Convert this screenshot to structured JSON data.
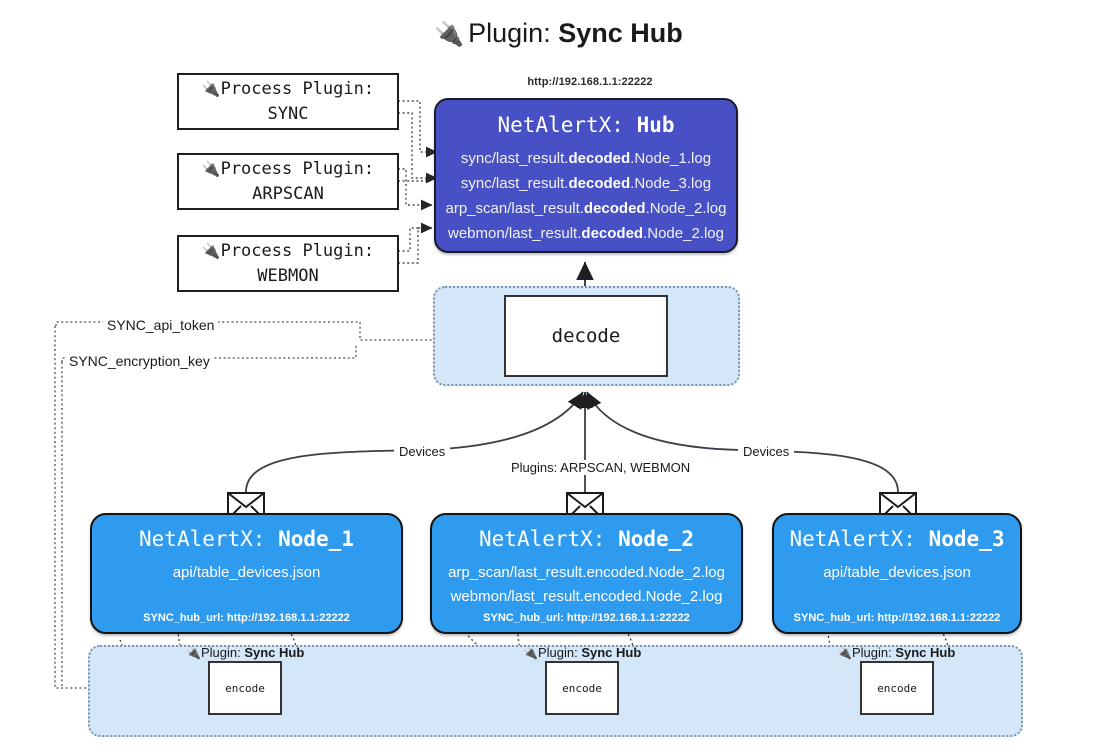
{
  "title": {
    "icon": "plug-icon",
    "prefix": "Plugin:",
    "name": "Sync Hub"
  },
  "process_plugins": [
    {
      "icon": "plug-icon",
      "line1": "Process Plugin:",
      "line2": "SYNC"
    },
    {
      "icon": "plug-icon",
      "line1": "Process Plugin:",
      "line2": "ARPSCAN"
    },
    {
      "icon": "plug-icon",
      "line1": "Process Plugin:",
      "line2": "WEBMON"
    }
  ],
  "hub": {
    "url": "http://192.168.1.1:22222",
    "title_prefix": "NetAlertX:",
    "title_name": "Hub",
    "fill": "#4750C4",
    "loglines": [
      {
        "pre": "sync/last_result.",
        "bold": "decoded",
        "post": ".Node_1.log"
      },
      {
        "pre": "sync/last_result.",
        "bold": "decoded",
        "post": ".Node_3.log"
      },
      {
        "pre": "arp_scan/last_result.",
        "bold": "decoded",
        "post": ".Node_2.log"
      },
      {
        "pre": "webmon/last_result.",
        "bold": "decoded",
        "post": ".Node_2.log"
      }
    ]
  },
  "decode": {
    "label": "decode",
    "band_fill": "#D4E7F8"
  },
  "env_vars": {
    "api_token": "SYNC_api_token",
    "encryption_key": "SYNC_encryption_key"
  },
  "edge_labels": {
    "devices_left": "Devices",
    "devices_right": "Devices",
    "plugins_center": "Plugins: ARPSCAN, WEBMON"
  },
  "nodes": [
    {
      "title_prefix": "NetAlertX:",
      "title_name": "Node_1",
      "fill": "#2F9BEF",
      "lines": [
        "api/table_devices.json"
      ],
      "footer": "SYNC_hub_url: http://192.168.1.1:22222"
    },
    {
      "title_prefix": "NetAlertX:",
      "title_name": "Node_2",
      "fill": "#2F9BEF",
      "lines": [
        "arp_scan/last_result.encoded.Node_2.log",
        "webmon/last_result.encoded.Node_2.log"
      ],
      "footer": "SYNC_hub_url: http://192.168.1.1:22222"
    },
    {
      "title_prefix": "NetAlertX:",
      "title_name": "Node_3",
      "fill": "#2F9BEF",
      "lines": [
        "api/table_devices.json"
      ],
      "footer": "SYNC_hub_url: http://192.168.1.1:22222"
    }
  ],
  "bottom_plugins": [
    {
      "icon": "plug-icon",
      "prefix": "Plugin:",
      "name": "Sync Hub",
      "box_label": "encode"
    },
    {
      "icon": "plug-icon",
      "prefix": "Plugin:",
      "name": "Sync Hub",
      "box_label": "encode"
    },
    {
      "icon": "plug-icon",
      "prefix": "Plugin:",
      "name": "Sync Hub",
      "box_label": "encode"
    }
  ],
  "icons": {
    "plug": "🔌",
    "envelope": "envelope-icon"
  }
}
